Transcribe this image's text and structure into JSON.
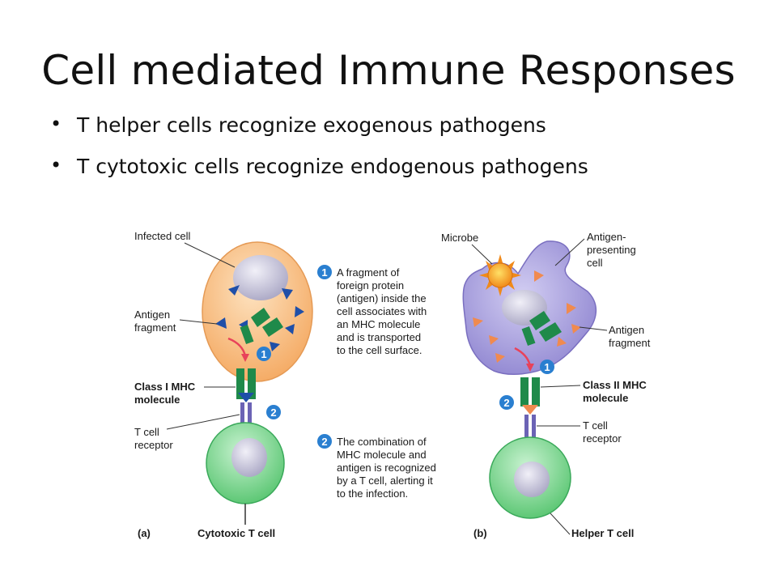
{
  "slide": {
    "title": "Cell mediated Immune Responses",
    "bullets": [
      "T helper cells recognize exogenous pathogens",
      "T cytotoxic cells recognize endogenous pathogens"
    ]
  },
  "figure": {
    "panel_a": {
      "letter": "(a)",
      "infected_cell": "Infected cell",
      "antigen_fragment": [
        "Antigen",
        "fragment"
      ],
      "mhc": [
        "Class I MHC",
        "molecule"
      ],
      "tcr": [
        "T cell",
        "receptor"
      ],
      "t_cell": "Cytotoxic T cell"
    },
    "panel_b": {
      "letter": "(b)",
      "microbe": "Microbe",
      "apc": [
        "Antigen-",
        "presenting",
        "cell"
      ],
      "antigen_fragment": [
        "Antigen",
        "fragment"
      ],
      "mhc": [
        "Class II MHC",
        "molecule"
      ],
      "tcr": [
        "T cell",
        "receptor"
      ],
      "t_cell": "Helper T cell"
    },
    "steps": [
      {
        "num": "1",
        "text": [
          "A fragment of",
          "foreign protein",
          "(antigen) inside the",
          "cell associates with",
          "an MHC molecule",
          "and is transported",
          "to the cell surface."
        ]
      },
      {
        "num": "2",
        "text": [
          "The combination of",
          "MHC molecule and",
          "antigen is recognized",
          "by a T cell, alerting it",
          "to the infection."
        ]
      }
    ],
    "colors": {
      "infected_cell": "#f6b977",
      "apc": "#9d94d8",
      "t_cell": "#6fd186",
      "mhc": "#1f8a4a",
      "badge": "#2a7fd0",
      "antigen_a": "#1f4fa8",
      "antigen_b": "#f08a4f"
    }
  }
}
